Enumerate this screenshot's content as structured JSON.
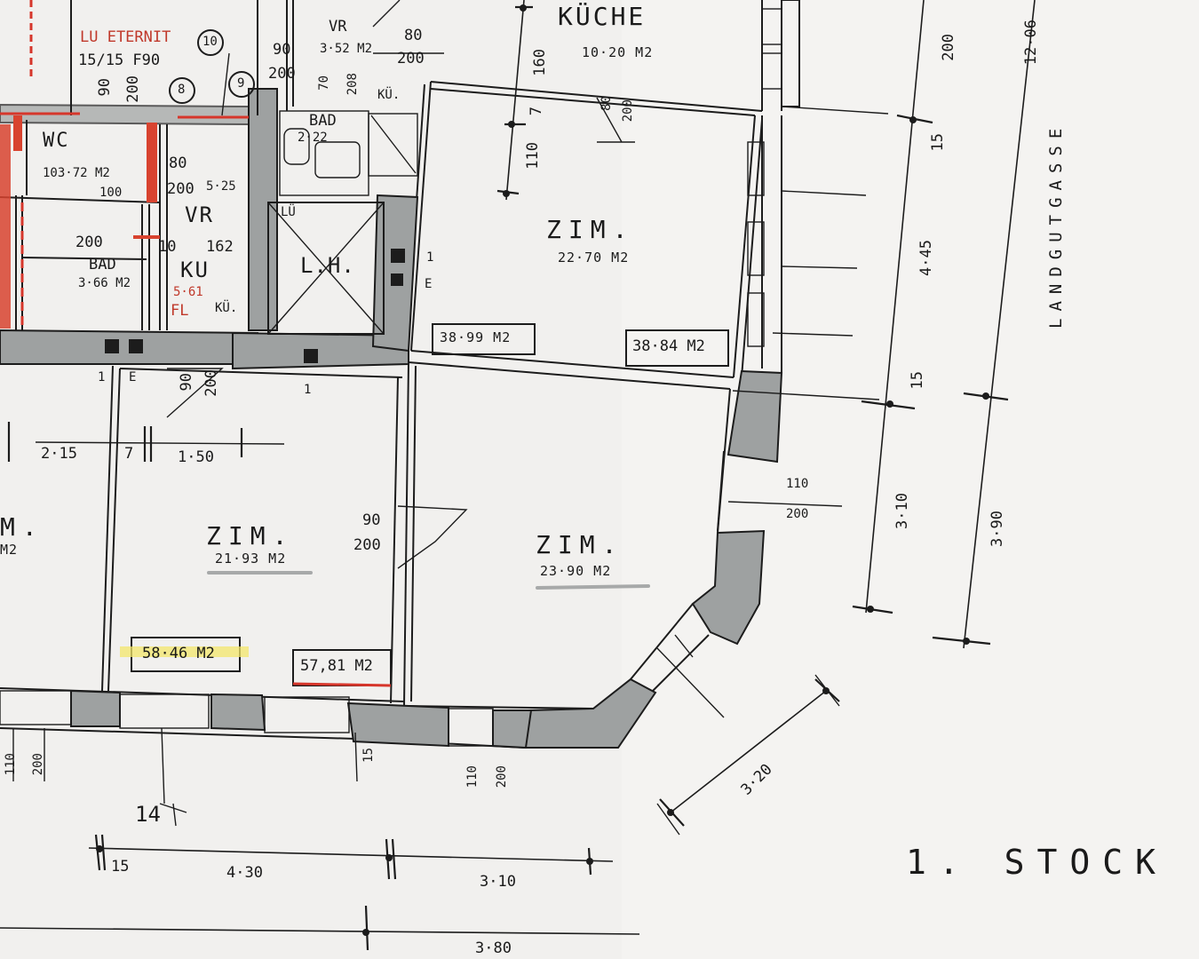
{
  "plan": {
    "floor_title": "1. STOCK",
    "street_label": "LANDGUTGASSE",
    "rooms": {
      "kueche": {
        "name": "KÜCHE",
        "area": "10·20 M2"
      },
      "zim_upper": {
        "name": "ZIM.",
        "area": "22·70 M2"
      },
      "zim_center": {
        "name": "ZIM.",
        "area": "21·93 M2"
      },
      "zim_corner": {
        "name": "ZIM.",
        "area": "23·90 M2"
      },
      "zim_left": {
        "name": "M.",
        "area": "M2"
      },
      "vr_top": {
        "name": "VR",
        "area": "3·52 M2"
      },
      "bad_top": {
        "name": "BAD",
        "area": "2·22"
      },
      "lh": {
        "name": "L.H."
      },
      "vr_mid": {
        "name": "VR",
        "area": "5·25"
      },
      "ku_mid": {
        "name": "KU",
        "area": "5·61"
      },
      "bad_mid": {
        "name": "BAD",
        "area": "3·66 M2"
      },
      "wc": {
        "name": "WC",
        "area": "103·72 M2"
      }
    },
    "apartment_totals": {
      "upper_left": "38·99 M2",
      "upper_right": "38·84 M2",
      "lower_left": "58·46 M2",
      "lower_right": "57,81 M2"
    },
    "annotations": {
      "lu_eternit": "LU ETERNIT",
      "fire_rating": "15/15 F90",
      "circle_8": "8",
      "circle_9": "9",
      "circle_10": "10",
      "ku_small": "KÜ.",
      "ku_small2": "KÜ.",
      "lu": "LÜ",
      "fl": "FL",
      "mark_1a": "1",
      "mark_e_a": "E",
      "mark_1b": "1",
      "mark_e_b": "E",
      "mark_1c": "1",
      "mark_14": "14"
    },
    "dimensions": {
      "door_vr_w": "90",
      "door_vr_h": "200",
      "door_kue_w": "80",
      "door_kue_h": "200",
      "ku_door_w": "70",
      "ku_door_h": "208",
      "kueche_160": "160",
      "zim_upper_door_w": "80",
      "zim_upper_door_h": "200",
      "zim_upper_110": "110",
      "zim_upper_7": "7",
      "door_80": "80",
      "door_200": "200",
      "d_100": "100",
      "d_200": "200",
      "d_10": "10",
      "d_162": "162",
      "d_90v": "90",
      "d_200v": "200",
      "entry_door_w": "90",
      "entry_door_h": "200",
      "d_215": "2·15",
      "d_7": "7",
      "d_150": "1·50",
      "inner_door_w": "90",
      "inner_door_h": "200",
      "win_right_h": "110",
      "win_right_b": "200",
      "right_200": "200",
      "right_15a": "15",
      "right_445": "4·45",
      "right_15b": "15",
      "right_310": "3·10",
      "right_390": "3·90",
      "right_1206": "12·06",
      "diag_320": "3·20",
      "bottom_win1_h": "110",
      "bottom_win1_b": "200",
      "bottom_win2_h": "110",
      "bottom_win2_b": "200",
      "bottom_15": "15",
      "bottom_15b": "15",
      "bottom_430": "4·30",
      "bottom_310": "3·10",
      "bottom_380": "3·80"
    }
  }
}
